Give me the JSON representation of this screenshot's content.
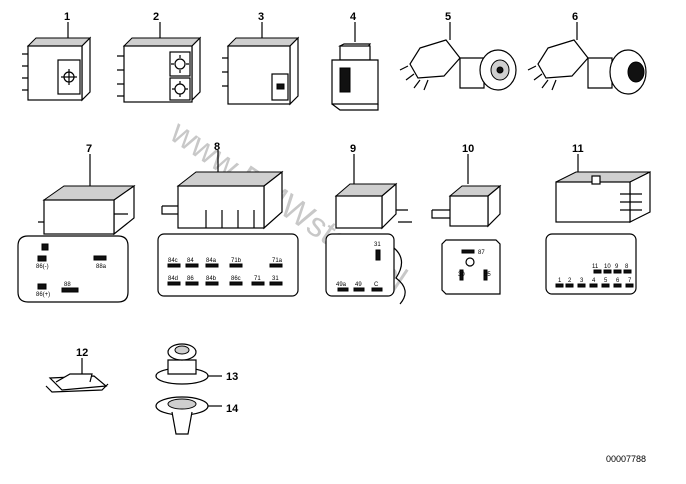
{
  "parts": [
    {
      "label": "1"
    },
    {
      "label": "2"
    },
    {
      "label": "3"
    },
    {
      "label": "4"
    },
    {
      "label": "5"
    },
    {
      "label": "6"
    },
    {
      "label": "7"
    },
    {
      "label": "8"
    },
    {
      "label": "9"
    },
    {
      "label": "10"
    },
    {
      "label": "11"
    },
    {
      "label": "12"
    },
    {
      "label": "13"
    },
    {
      "label": "14"
    }
  ],
  "pins7": [
    "86(-)",
    "88a",
    "86(+)",
    "88"
  ],
  "pins8_top": [
    "84c",
    "84",
    "84a",
    "71b",
    "71a"
  ],
  "pins8_bot": [
    "84d",
    "86",
    "84b",
    "86c",
    "71",
    "31"
  ],
  "pins9": [
    "31",
    "49a",
    "49",
    "C"
  ],
  "pins10": [
    "87",
    "30",
    "85"
  ],
  "pins11_top": [
    "11",
    "10",
    "9",
    "8"
  ],
  "pins11_bot": [
    "1",
    "2",
    "3",
    "4",
    "5",
    "6",
    "7"
  ],
  "watermark": "www.BMWstore.pl",
  "diagram_code": "00007788"
}
